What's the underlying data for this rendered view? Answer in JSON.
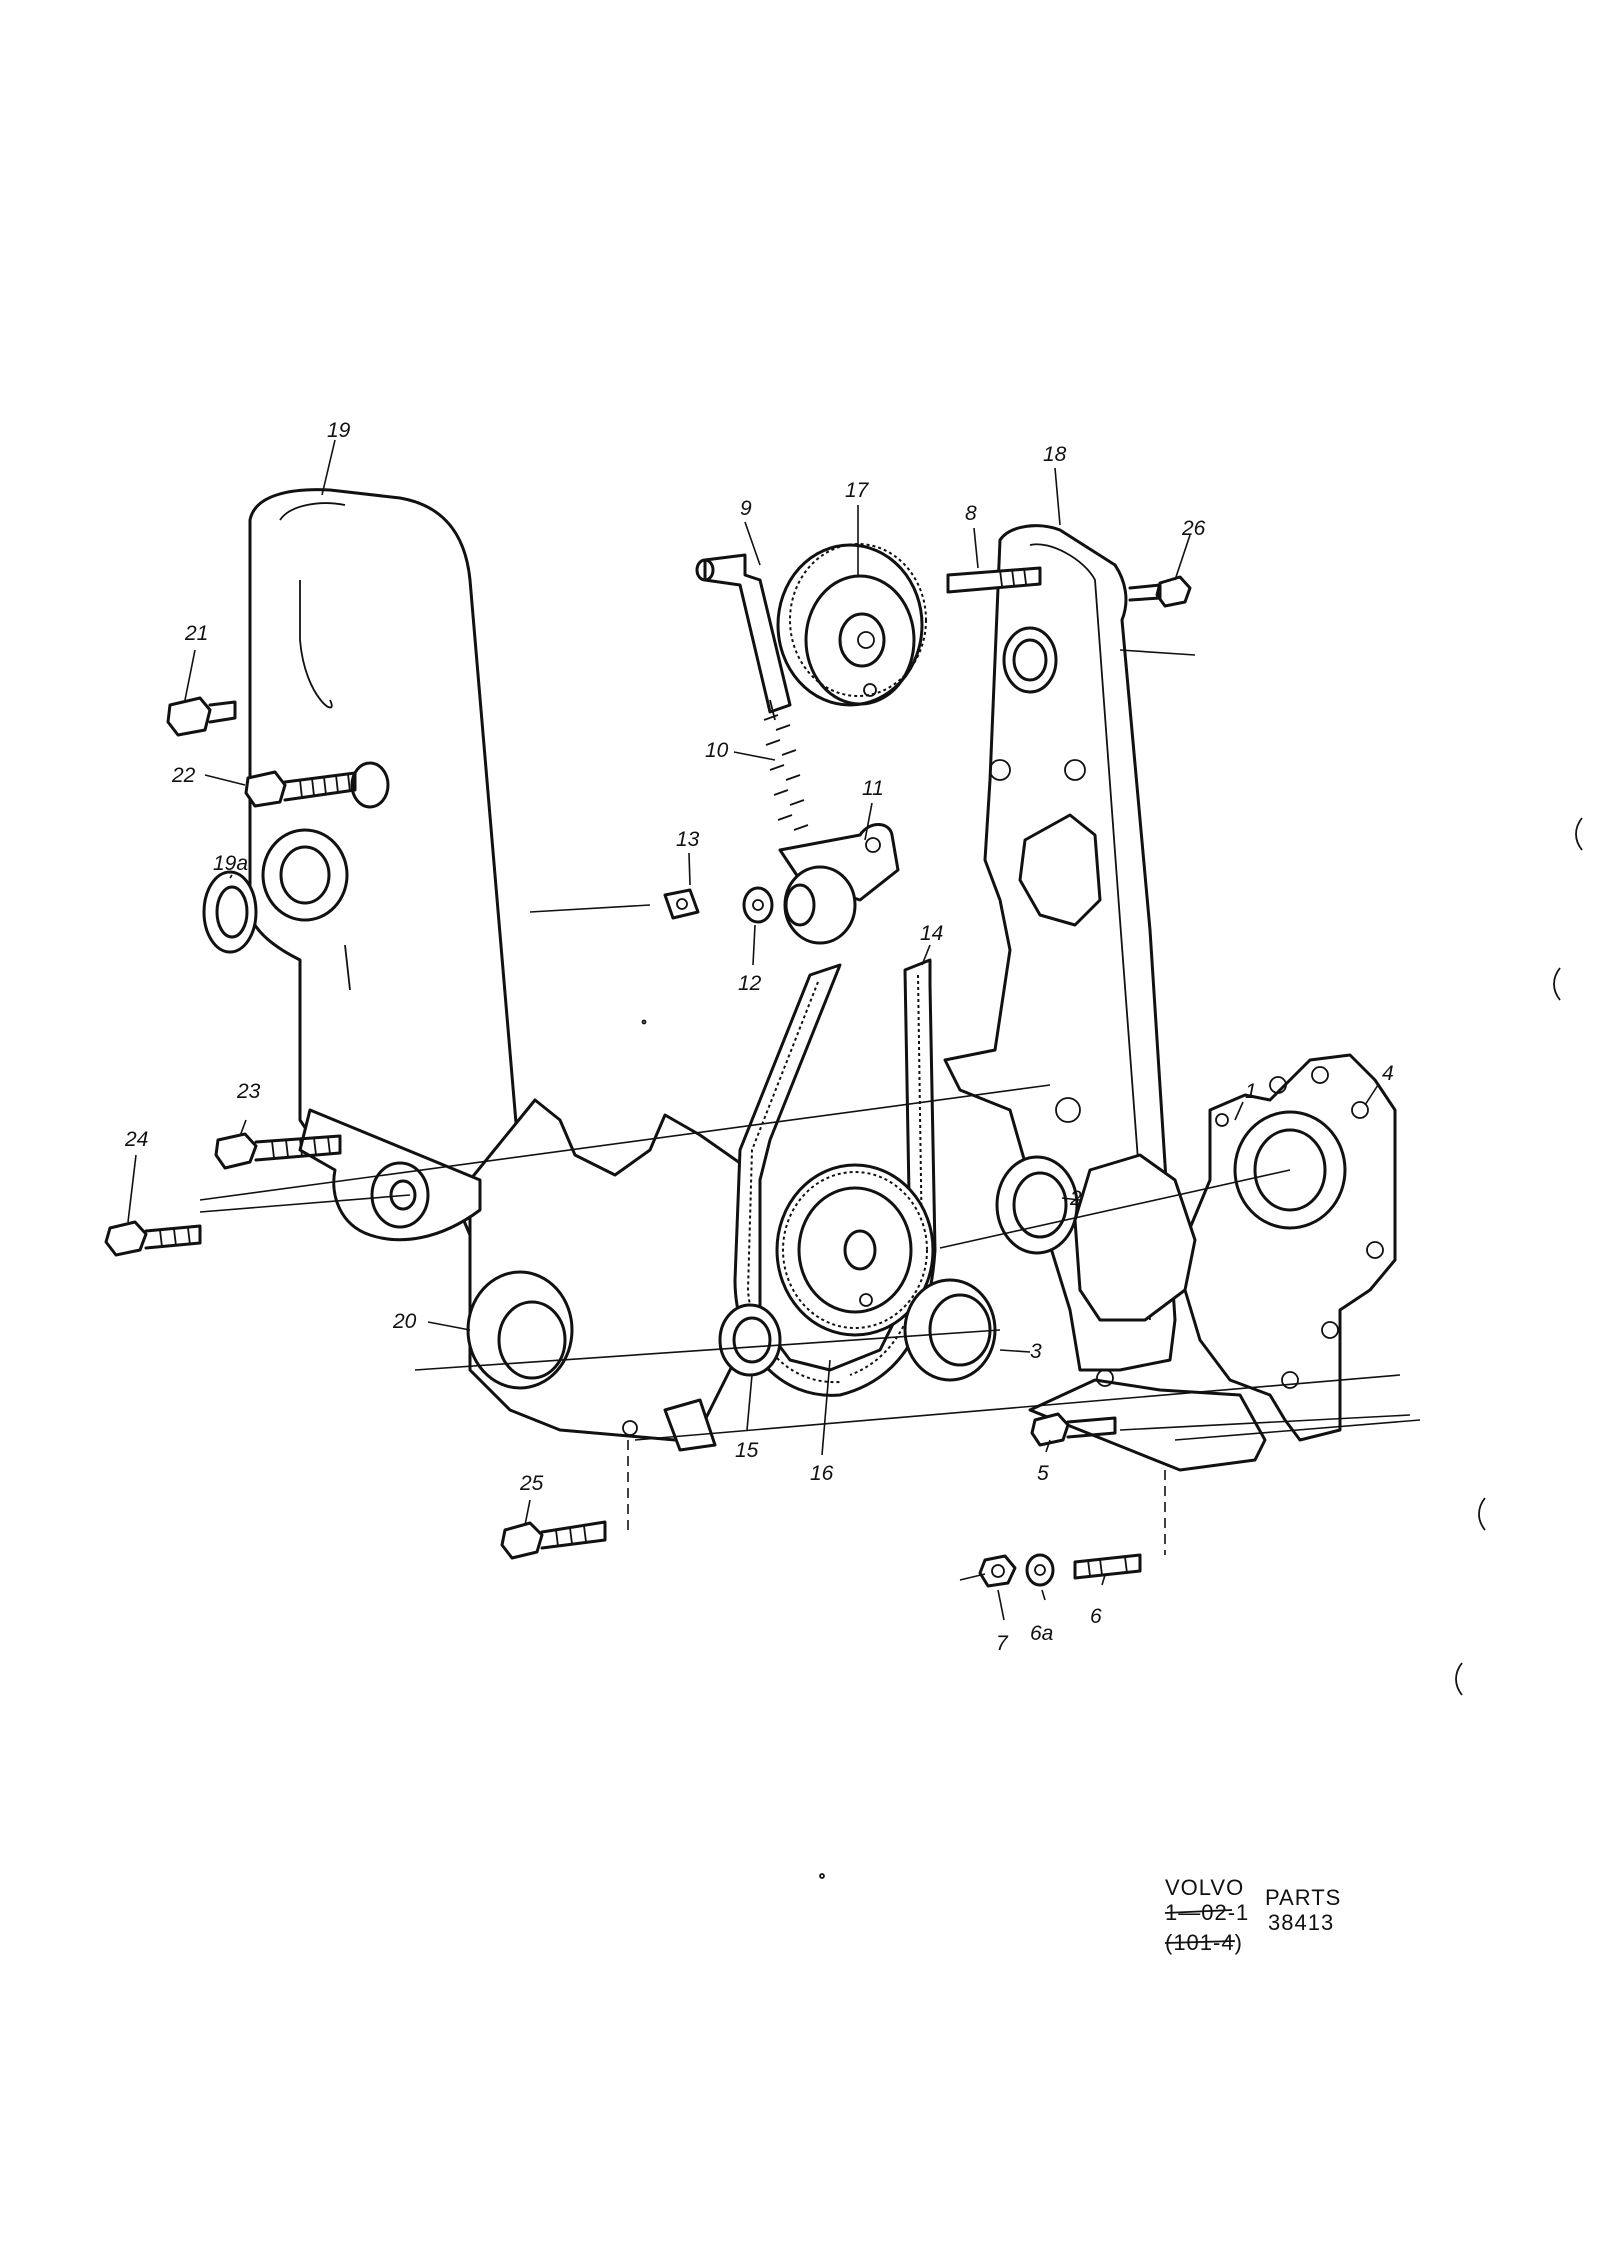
{
  "callouts": {
    "c1": "1",
    "c2": "2",
    "c3": "3",
    "c4": "4",
    "c5": "5",
    "c6": "6",
    "c6a": "6a",
    "c7": "7",
    "c8": "8",
    "c9": "9",
    "c10": "10",
    "c11": "11",
    "c12": "12",
    "c13": "13",
    "c14": "14",
    "c15": "15",
    "c16": "16",
    "c17": "17",
    "c18": "18",
    "c19": "19",
    "c19a": "19a",
    "c20": "20",
    "c21": "21",
    "c22": "22",
    "c23": "23",
    "c24": "24",
    "c25": "25",
    "c26": "26"
  },
  "stamp": {
    "brand": "VOLVO",
    "parts": "PARTS",
    "group": "1—02-1",
    "number": "38413",
    "ref": "(101-4)"
  }
}
